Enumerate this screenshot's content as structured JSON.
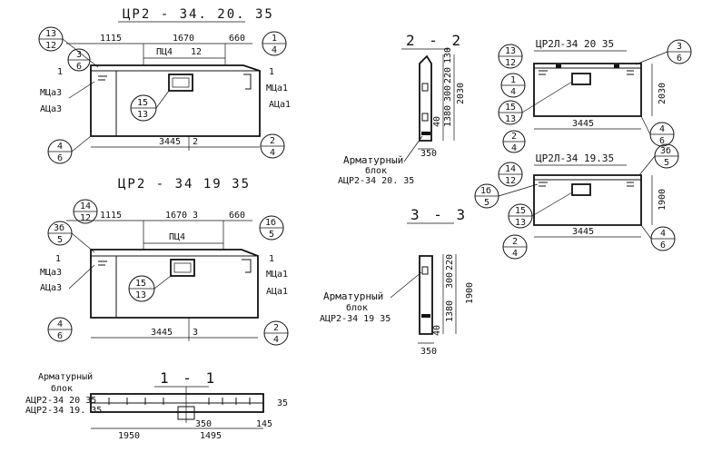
{
  "views": {
    "v1": {
      "title": "ЦР2 - 34. 20. 35",
      "dim_left": "1115",
      "dim_mid": "1670",
      "dim_right": "660",
      "opening": "ПЦ4",
      "opening_mark": "12",
      "bottom": "3445",
      "bottom_mark": "2",
      "top_left_circle": [
        "13",
        "12"
      ],
      "left_circle": [
        "3",
        "6"
      ],
      "right_circle": [
        "1",
        "4"
      ],
      "center_circle": [
        "15",
        "13"
      ],
      "bl_circle": [
        "4",
        "6"
      ],
      "br_circle": [
        "2",
        "4"
      ],
      "label_m_left": "МЦа3",
      "label_a_left": "АЦа3",
      "label_m_right": "МЦа1",
      "label_a_right": "АЦа1",
      "one_mark": "1"
    },
    "v2": {
      "title": "ЦР2 - 34 19 35",
      "dim_left": "1115",
      "dim_mid": "1670",
      "dim_mid_mark": "3",
      "dim_right": "660",
      "opening": "ПЦ4",
      "bottom": "3445",
      "bottom_mark": "3",
      "top_left_circle": [
        "14",
        "12"
      ],
      "left_circle": [
        "3б",
        "5"
      ],
      "right_circle": [
        "1б",
        "5"
      ],
      "center_circle": [
        "15",
        "13"
      ],
      "bl_circle": [
        "4",
        "6"
      ],
      "br_circle": [
        "2",
        "4"
      ],
      "label_m_left": "МЦа3",
      "label_a_left": "АЦа3",
      "label_m_right": "МЦа1",
      "label_a_right": "АЦа1",
      "one_mark": "1"
    },
    "s11": {
      "title": "1 - 1",
      "arm_label": "Арматурный",
      "block_label": "блок",
      "block1": "АЦР2-34 20 35",
      "block2": "АЦР2-34 19. 35",
      "dim_a": "1950",
      "dim_b": "1495",
      "dim_c": "350",
      "dim_d": "145",
      "dim_e": "35"
    },
    "s22": {
      "title": "2 - 2",
      "dim_130": "130",
      "dim_220": "220",
      "dim_300": "300",
      "dim_1380": "1380",
      "dim_2030": "2030",
      "dim_40": "40",
      "dim_350": "350",
      "arm_label": "Арматурный",
      "block_label": "блок",
      "block": "АЦР2-34 20. 35"
    },
    "s33": {
      "title": "3 - 3",
      "dim_220": "220",
      "dim_300": "300",
      "dim_1380": "1380",
      "dim_1900": "1900",
      "dim_40": "40",
      "dim_350": "350",
      "arm_label": "Арматурный",
      "block_label": "блок",
      "block": "АЦР2-34 19 35"
    },
    "v3": {
      "title": "ЦР2Л-34 20 35",
      "top_left_circle": [
        "13",
        "12"
      ],
      "right_circle": [
        "3",
        "6"
      ],
      "left_circle": [
        "1",
        "4"
      ],
      "center_circle": [
        "15",
        "13"
      ],
      "bl_circle": [
        "2",
        "4"
      ],
      "br_circle": [
        "4",
        "6"
      ],
      "bottom": "3445",
      "height": "2030"
    },
    "v4": {
      "title": "ЦР2Л-34 19.35",
      "top_left_circle": [
        "14",
        "12"
      ],
      "right_circle": [
        "3б",
        "5"
      ],
      "left_circle": [
        "1б",
        "5"
      ],
      "center_circle": [
        "15",
        "13"
      ],
      "bl_circle": [
        "2",
        "4"
      ],
      "br_circle": [
        "4",
        "6"
      ],
      "bottom": "3445",
      "height": "1900"
    }
  }
}
